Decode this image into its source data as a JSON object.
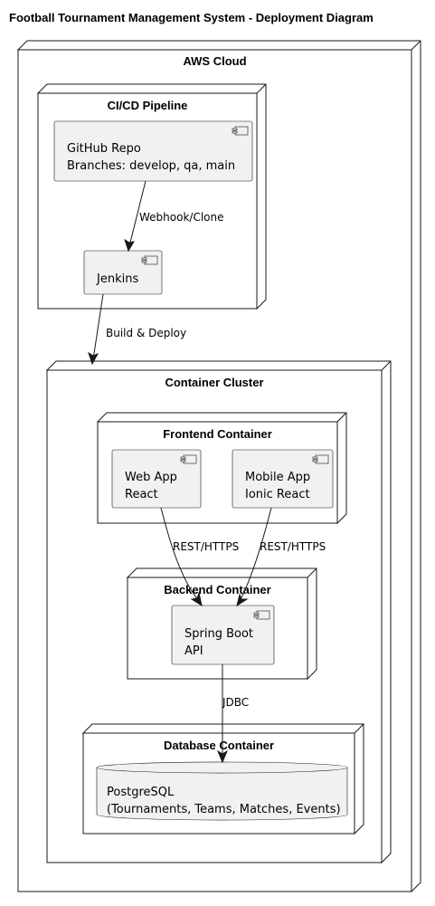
{
  "title": "Football Tournament Management System - Deployment Diagram",
  "nodes": {
    "aws": "AWS Cloud",
    "cicd": "CI/CD Pipeline",
    "cluster": "Container Cluster",
    "frontend": "Frontend Container",
    "backend": "Backend Container",
    "database": "Database Container"
  },
  "components": {
    "github": [
      "GitHub Repo",
      "Branches: develop, qa, main"
    ],
    "jenkins": [
      "Jenkins"
    ],
    "webapp": [
      "Web App",
      "React"
    ],
    "mobileapp": [
      "Mobile App",
      "Ionic React"
    ],
    "springboot": [
      "Spring Boot",
      "API"
    ],
    "postgres": [
      "PostgreSQL",
      "(Tournaments, Teams, Matches, Events)"
    ]
  },
  "edges": {
    "github_jenkins": "Webhook/Clone",
    "jenkins_cluster": "Build & Deploy",
    "webapp_backend": "REST/HTTPS",
    "mobile_backend": "REST/HTTPS",
    "backend_db": "JDBC"
  }
}
